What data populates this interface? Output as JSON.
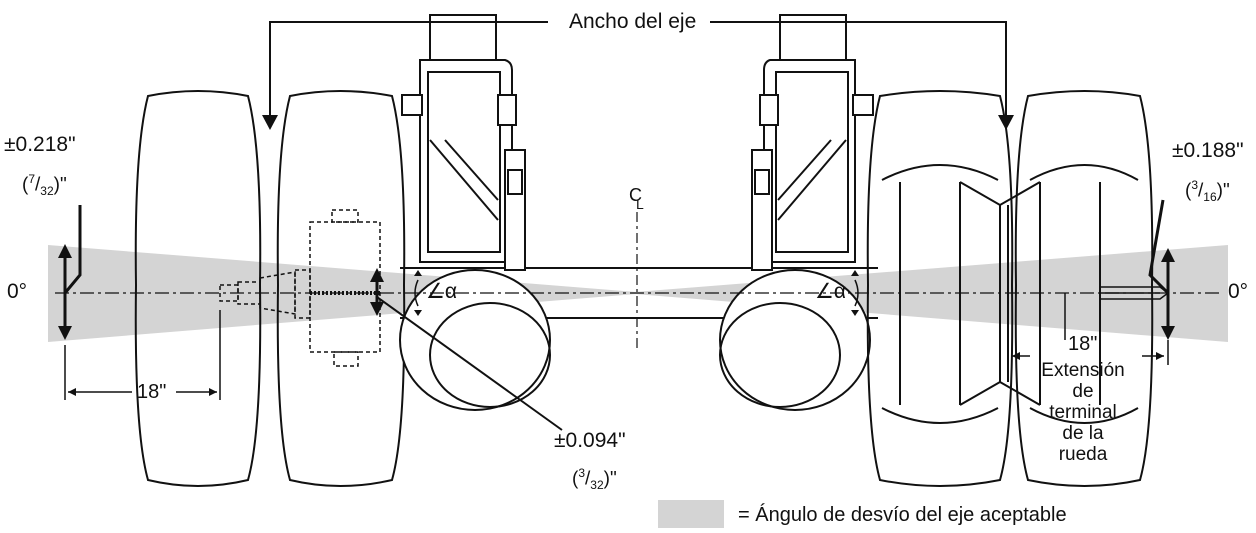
{
  "labels": {
    "axle_width": "Ancho del eje",
    "zero_left": "0°",
    "zero_right": "0°",
    "centerline_c": "C",
    "centerline_l": "L",
    "tol_left": "±0.218\"",
    "tol_left_num": "7",
    "tol_left_den": "32",
    "tol_right": "±0.188\"",
    "tol_right_num": "3",
    "tol_right_den": "16",
    "tol_center": "±0.094\"",
    "tol_center_num": "3",
    "tol_center_den": "32",
    "dim_left": "18\"",
    "dim_right": "18\"",
    "angle_left": "∠α",
    "angle_right": "∠α",
    "wheel_ext_1": "Extensión",
    "wheel_ext_2": "de",
    "wheel_ext_3": "terminal",
    "wheel_ext_4": "de la",
    "wheel_ext_5": "rueda",
    "legend": "= Ángulo de desvío del eje aceptable"
  },
  "colors": {
    "zone_fill": "#d4d4d4",
    "line": "#111111"
  }
}
